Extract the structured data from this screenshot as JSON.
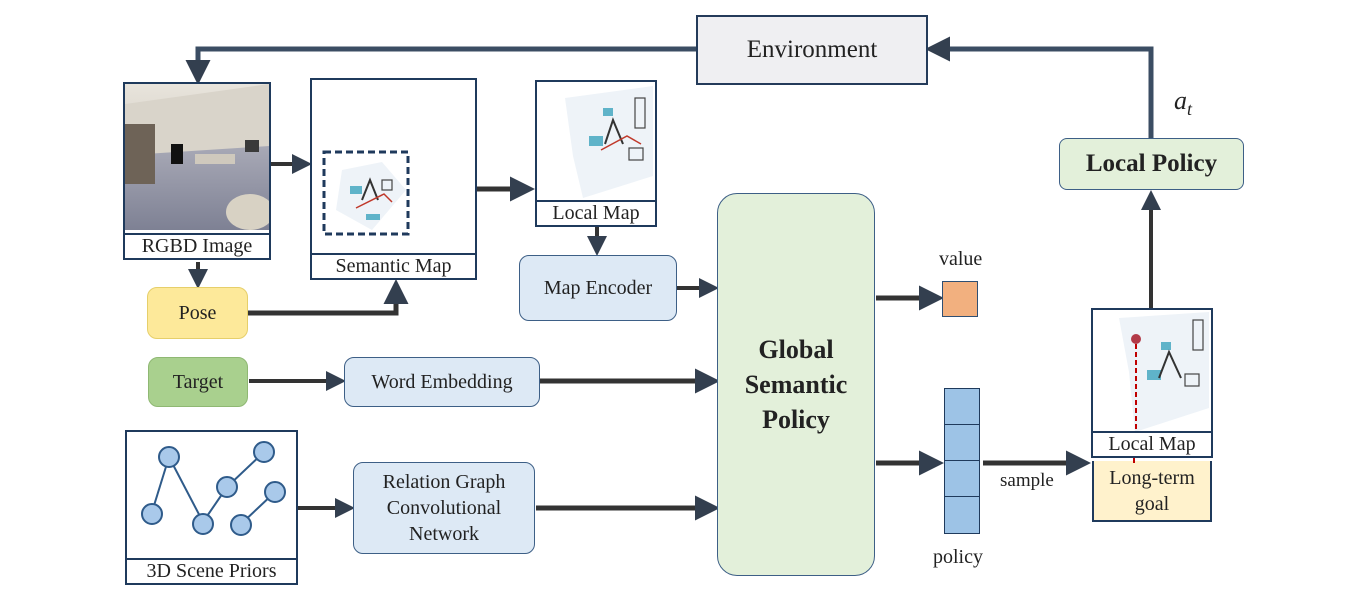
{
  "environment": {
    "label": "Environment"
  },
  "action": {
    "label_base": "a",
    "label_sub": "t"
  },
  "local_policy": {
    "label": "Local Policy"
  },
  "rgbd": {
    "caption": "RGBD Image"
  },
  "semantic_map": {
    "caption": "Semantic Map"
  },
  "local_map_top": {
    "caption": "Local Map"
  },
  "map_encoder": {
    "label": "Map Encoder"
  },
  "pose": {
    "label": "Pose"
  },
  "target": {
    "label": "Target"
  },
  "word_embedding": {
    "label": "Word Embedding"
  },
  "scene_priors": {
    "caption": "3D Scene Priors"
  },
  "rgcn": {
    "line1": "Relation Graph",
    "line2": "Convolutional",
    "line3": "Network"
  },
  "global_policy": {
    "line1": "Global",
    "line2": "Semantic",
    "line3": "Policy"
  },
  "value_output": {
    "label": "value",
    "color": "#f2b07f"
  },
  "policy_output": {
    "label": "policy",
    "color": "#9dc3e6"
  },
  "sample": {
    "label": "sample"
  },
  "local_map_right": {
    "caption": "Local Map"
  },
  "long_term_goal": {
    "line1": "Long-term",
    "line2": "goal"
  },
  "colors": {
    "arrow": "#333f4f",
    "box_border": "#1f3a5c",
    "pose_fill": "#fde99a",
    "target_fill": "#a9d08e",
    "goal_fill": "#fff2cc",
    "env_fill": "#efeff2",
    "goal_marker": "#c00000"
  }
}
